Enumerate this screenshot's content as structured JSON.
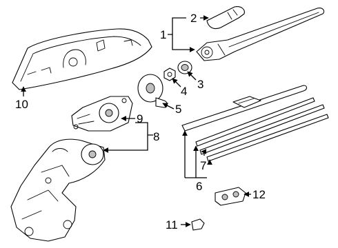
{
  "callouts": {
    "c1": "1",
    "c2": "2",
    "c3": "3",
    "c4": "4",
    "c5": "5",
    "c6": "6",
    "c7": "7",
    "c8": "8",
    "c9": "9",
    "c10": "10",
    "c11": "11",
    "c12": "12"
  },
  "colors": {
    "line": "#000000",
    "background": "#ffffff",
    "shading": "#bfbfbf"
  }
}
